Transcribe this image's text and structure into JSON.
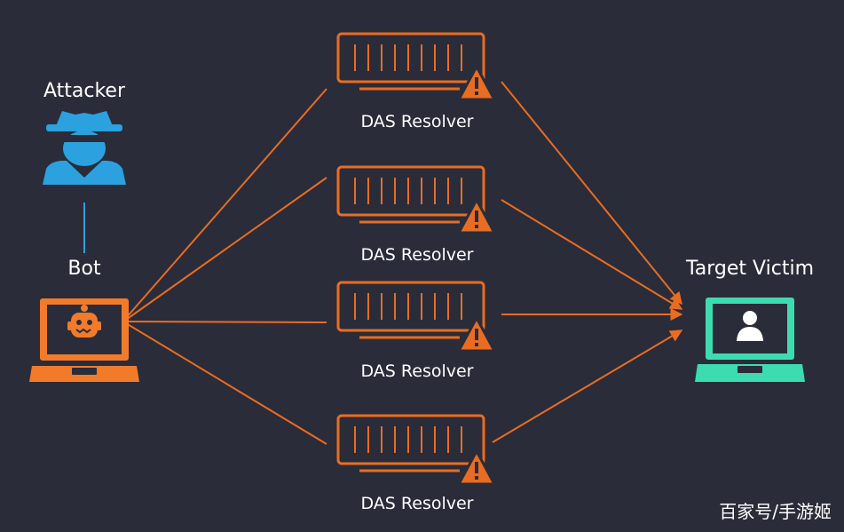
{
  "attacker": {
    "label": "Attacker",
    "color": "#2ba1e0",
    "icon": "hacker-icon"
  },
  "bot": {
    "label": "Bot",
    "color": "#f27b2a",
    "icon": "robot-laptop-icon"
  },
  "resolvers": [
    {
      "label": "DAS Resolver"
    },
    {
      "label": "DAS Resolver"
    },
    {
      "label": "DAS Resolver"
    },
    {
      "label": "DAS Resolver"
    }
  ],
  "target": {
    "label": "Target Victim",
    "color": "#3ddcb0",
    "icon": "user-laptop-icon"
  },
  "accent_color": "#e86d23",
  "watermark": "百家号/手游姬"
}
